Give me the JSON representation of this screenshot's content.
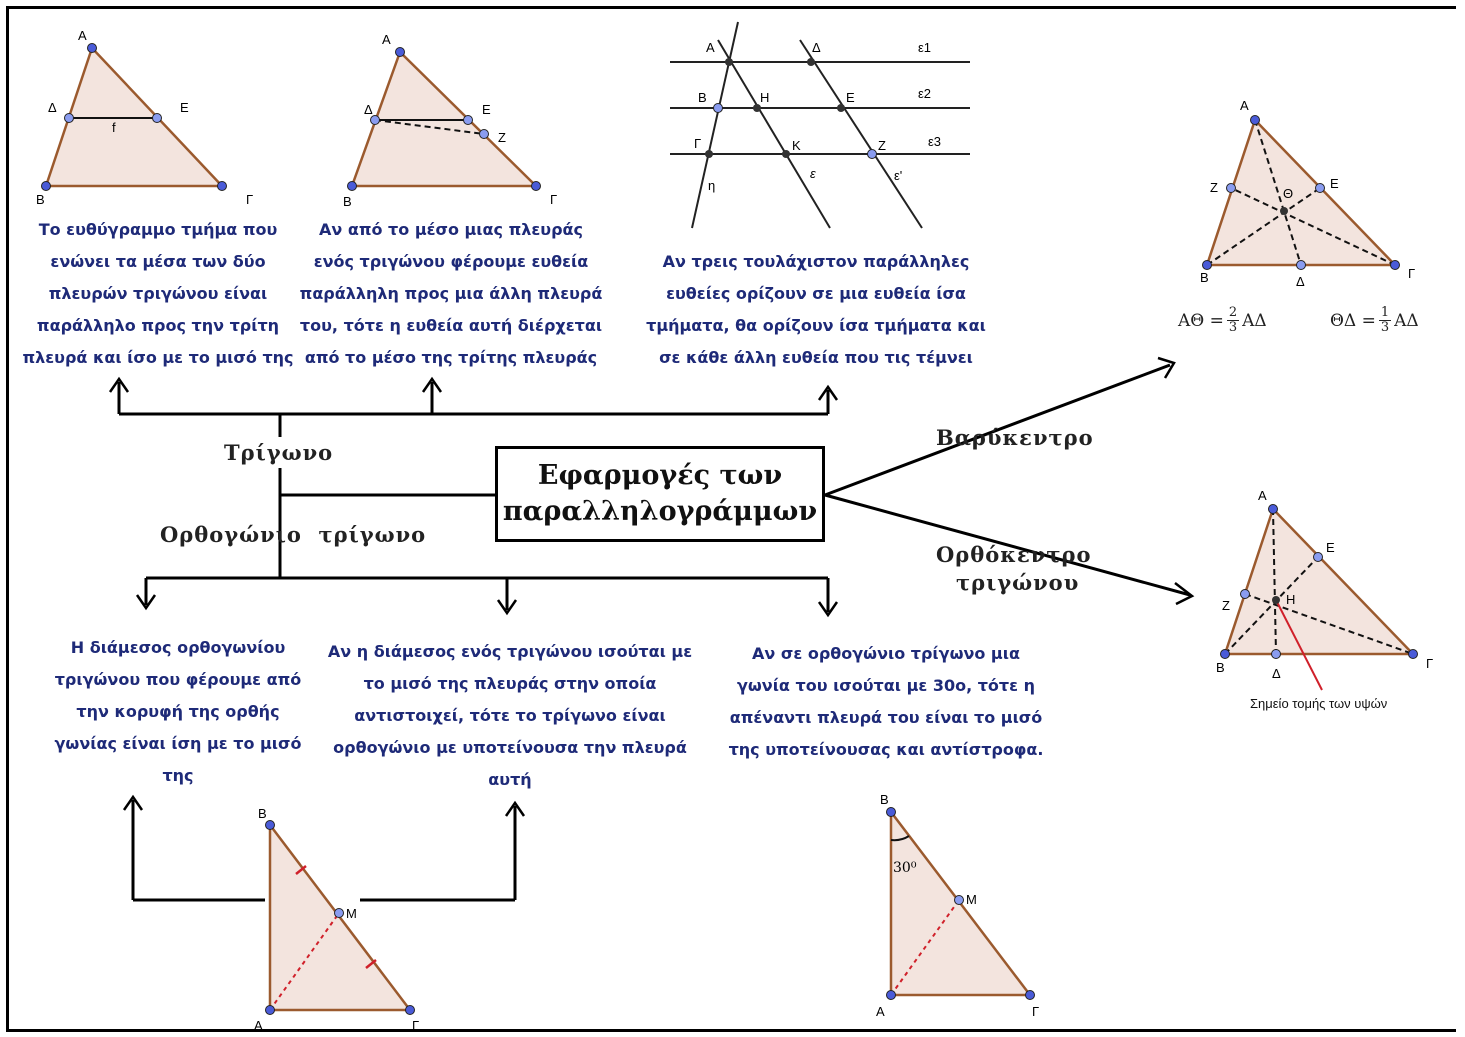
{
  "center": {
    "title": "Εφαρμογές των παραλληλογράμμων"
  },
  "branches": {
    "triangle": "Τρίγωνο",
    "right_triangle": "Ορθογώνιο  τρίγωνο",
    "centroid": "Βαρύκεντρο",
    "orthocenter_line1": "Ορθόκεντρο",
    "orthocenter_line2": "τριγώνου"
  },
  "theorems": {
    "midsegment": "Το ευθύγραμμο τμήμα που ενώνει τα μέσα των  δύο πλευρών τριγώνου είναι παράλληλο προς την τρίτη πλευρά και ίσο με το μισό της",
    "midpoint_line": "Αν από το μέσο μιας πλευράς ενός τριγώνου φέρουμε ευθεία παράλληλη προς μια άλλη πλευρά του, τότε η ευθεία αυτή διέρχεται από το μέσο της τρίτης πλευράς",
    "parallels": "Αν τρεις τουλάχιστον παράλληλες ευθείες ορίζουν σε μια ευθεία ίσα τμήματα, θα ορίζουν ίσα τμήματα και σε κάθε άλλη ευθεία που τις τέμνει",
    "median_right": "Η διάμεσος ορθογωνίου τριγώνου που φέρουμε από την κορυφή της ορθής γωνίας είναι ίση με το μισό της",
    "median_converse": "Αν η διάμεσος ενός τριγώνου ισούται με το μισό της πλευράς στην οποία αντιστοιχεί, τότε το τρίγωνο είναι ορθογώνιο με υποτείνουσα την πλευρά αυτή",
    "angle30": "Αν σε ορθογώνιο τρίγωνο μια γωνία του ισούται με 30ο, τότε η απέναντι πλευρά του είναι το μισό της υποτείνουσας και αντίστροφα."
  },
  "formulas": {
    "f1_left": "ΑΘ =",
    "f1_num": "2",
    "f1_den": "3",
    "f1_right": "ΑΔ",
    "f2_left": "ΘΔ =",
    "f2_num": "1",
    "f2_den": "3",
    "f2_right": "ΑΔ"
  },
  "figure_labels": {
    "A": "Α",
    "B": "Β",
    "G": "Γ",
    "D": "Δ",
    "E": "Ε",
    "Z": "Ζ",
    "H": "Η",
    "K": "Κ",
    "TH": "Θ",
    "M": "Μ",
    "f": "f",
    "e1": "ε1",
    "e2": "ε2",
    "e3": "ε3",
    "eta": "η",
    "eps": "ε",
    "eps_prime": "ε'",
    "angle": "30⁰",
    "orthocenter_caption": "Σημείο τομής των υψών"
  },
  "colors": {
    "fill": "#f3e4de",
    "edge": "#9b5a2e",
    "point": "#4a5bd8",
    "text_blue": "#1e2a78",
    "red": "#d0202a"
  }
}
